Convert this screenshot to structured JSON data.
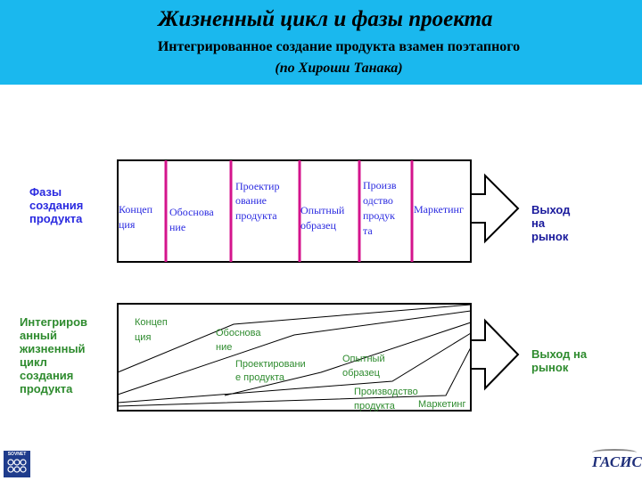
{
  "header": {
    "title": "Жизненный цикл и фазы проекта",
    "subtitle": "Интегрированное создание продукта взамен поэтапного",
    "author": "(по Хироши Танака)"
  },
  "top_diagram": {
    "side_label_lines": [
      "Фазы",
      "создания",
      "продукта"
    ],
    "phases": [
      {
        "lines": [
          "Концеп",
          "ция"
        ]
      },
      {
        "lines": [
          "Обоснова",
          "ние"
        ]
      },
      {
        "lines": [
          "Проектир",
          "ование",
          "продукта"
        ]
      },
      {
        "lines": [
          "Опытный",
          "образец"
        ]
      },
      {
        "lines": [
          "Произв",
          "одство",
          "продук",
          "та"
        ]
      },
      {
        "lines": [
          "Маркетинг"
        ]
      }
    ],
    "exit_label_lines": [
      "Выход",
      "на",
      "рынок"
    ]
  },
  "bottom_diagram": {
    "side_label_lines": [
      "Интегриров",
      "анный",
      "жизненный",
      "цикл",
      "создания",
      "продукта"
    ],
    "phases": [
      {
        "lines": [
          "Концеп",
          "ция"
        ]
      },
      {
        "lines": [
          "Обоснова",
          "ние"
        ]
      },
      {
        "lines": [
          "Проектировани",
          "е продукта"
        ]
      },
      {
        "lines": [
          "Опытный",
          "образец"
        ]
      },
      {
        "lines": [
          "Производство",
          "продукта"
        ]
      },
      {
        "lines": [
          "Маркетинг"
        ]
      }
    ],
    "exit_label_lines": [
      "Выход на",
      "рынок"
    ]
  },
  "logos": {
    "left": "SOVNET",
    "right": "ГАСИС"
  },
  "colors": {
    "header_bg": "#1ab8ee",
    "divider": "#d4148c",
    "blue_text": "#2a2ae0",
    "green_text": "#2e8b2e"
  }
}
